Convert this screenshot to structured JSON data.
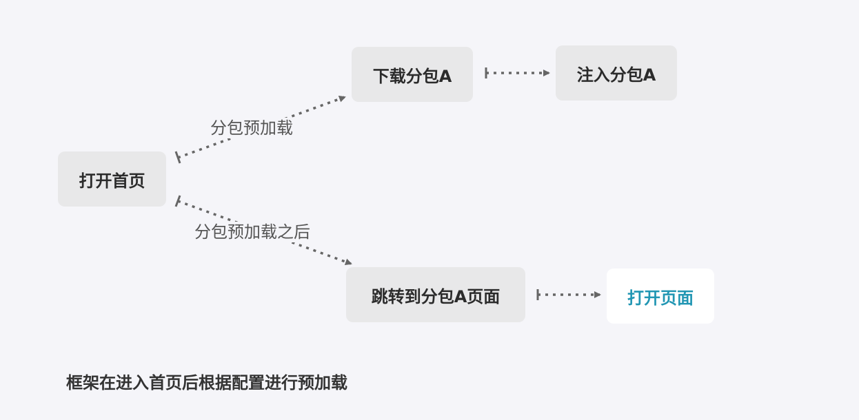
{
  "nodes": {
    "home": "打开首页",
    "download_a": "下载分包A",
    "inject_a": "注入分包A",
    "jump_a": "跳转到分包A页面",
    "open_page": "打开页面"
  },
  "edges": {
    "preload": "分包预加载",
    "after_preload": "分包预加载之后"
  },
  "caption": "框架在进入首页后根据配置进行预加载",
  "colors": {
    "background": "#f5f5f9",
    "node_fill": "#e8e8e9",
    "node_fill_highlight": "#ffffff",
    "highlight_text": "#2196b3",
    "arrow": "#666666"
  }
}
